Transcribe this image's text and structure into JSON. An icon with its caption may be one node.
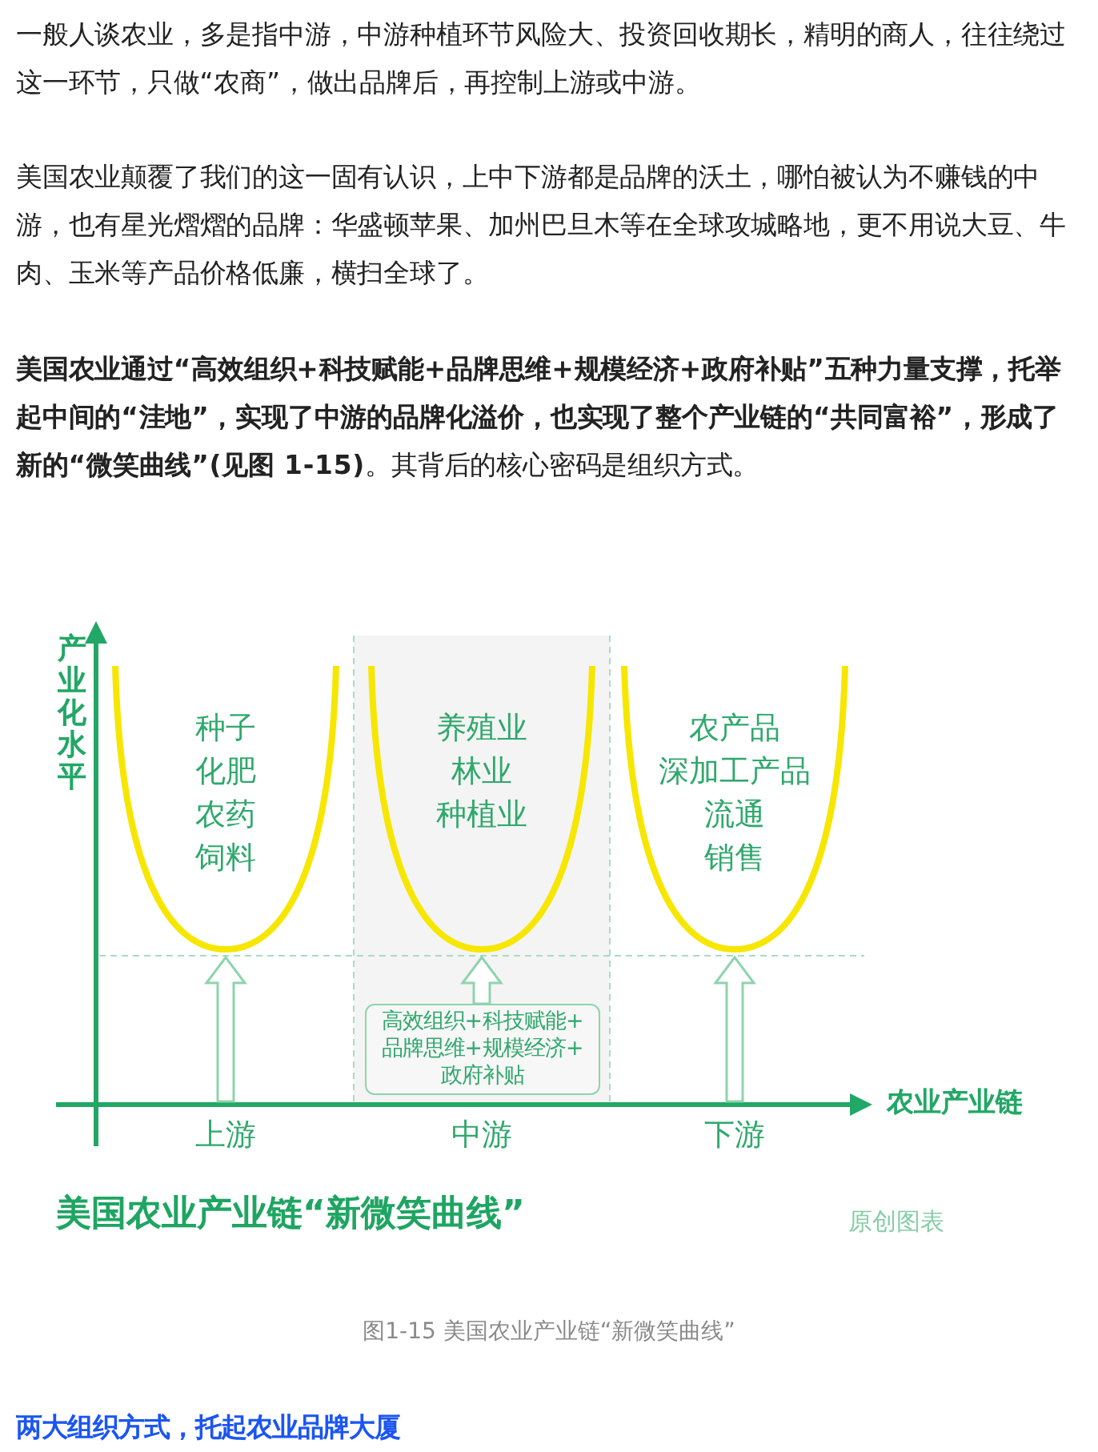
{
  "diagram": {
    "title": "美国农业产业链“新微笑曲线”",
    "caption": "图1-15 美国农业产业链“新微笑曲线”",
    "nodes": [
      {
        "text": [
          "种子",
          "化肥",
          "农药",
          "饲料"
        ]
      },
      {
        "text": [
          "养殖业",
          "林业",
          "种植业"
        ]
      },
      {
        "text": [
          "农产品",
          "深加工产品",
          "流通",
          "销售"
        ]
      },
      {
        "text": [
          "高效组织+科技赋能+品牌思维+规模经济+政府补贴"
        ]
      }
    ],
    "edges": [
      {
        "from": null,
        "to": 0,
        "arrow": "to"
      },
      {
        "from": 3,
        "to": 1,
        "arrow": "to"
      },
      {
        "from": null,
        "to": 2,
        "arrow": "to"
      }
    ],
    "labels": [
      "一般人谈农业，多是指中游，中游种植环节风险大、投资回收期长，精明的商人，往往绕过这一环节，只做“农商”，做出品牌后，再控制上游或中游。",
      "美国农业颠覆了我们的这一固有认识，上中下游都是品牌的沃土，哪怕被认为不赚钱的中游，也有星光熠熠的品牌：华盛顿苹果、加州巴旦木等在全球攻城略地，更不用说大豆、牛肉、玉米等产品价格低廉，横扫全球了。",
      "**美国农业通过“高效组织+科技赋能+品牌思维+规模经济+政府补贴”五种力量支撑，托举起中间的“洼地”，实现了中游的品牌化溢价，也实现了整个产业链的“共同富裕”，形成了新的“微笑曲线”(见图 1-15)**。其背后的核心密码是组织方式。",
      "产业化水平",
      "农业产业链",
      "上游",
      "中游",
      "下游",
      "原创图表",
      "两大组织方式，托起农业品牌大厦"
    ]
  }
}
